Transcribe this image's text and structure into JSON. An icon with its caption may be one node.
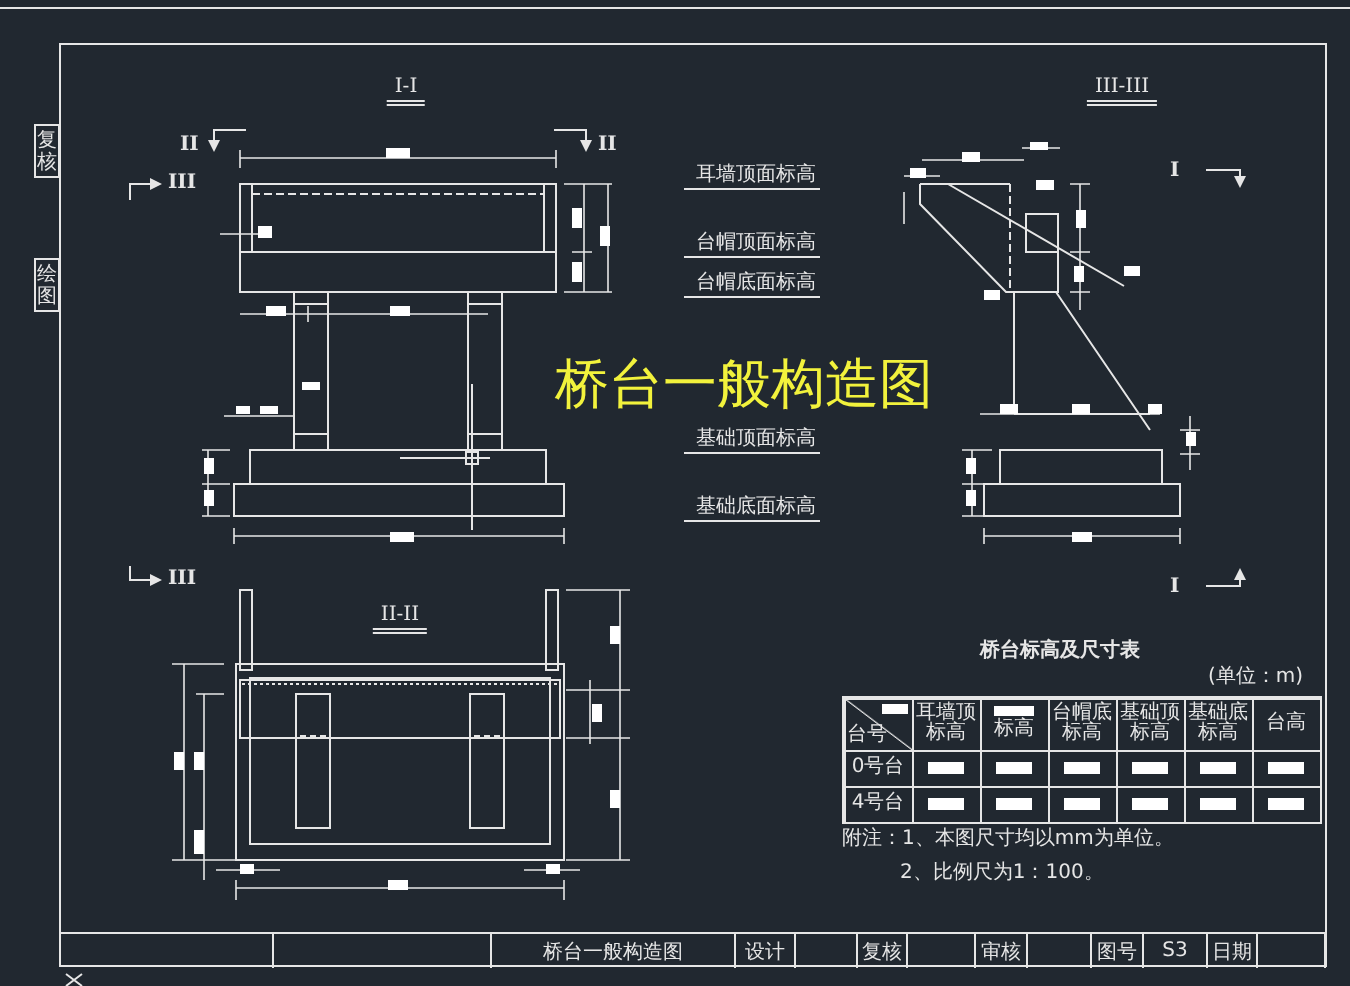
{
  "diagram": {
    "title": "桥台一般构造图",
    "labels": [
      "复核",
      "绘图",
      "I-I",
      "II",
      "II",
      "III",
      "III-III",
      "I",
      "耳墙顶面标高",
      "台帽顶面标高",
      "台帽底面标高",
      "基础顶面标高",
      "基础底面标高",
      "III",
      "II-II",
      "I",
      "桥台标高及尺寸表",
      "(单位：m)",
      "台号",
      "耳墙顶标高",
      "标高",
      "台帽底标高",
      "基础顶标高",
      "基础底标高",
      "台高",
      "0号台",
      "4号台",
      "附注：1、本图尺寸均以mm为单位。",
      "2、比例尺为1：100。",
      "桥台一般构造图",
      "设计",
      "复核",
      "审核",
      "图号",
      "S3",
      "日期"
    ]
  }
}
